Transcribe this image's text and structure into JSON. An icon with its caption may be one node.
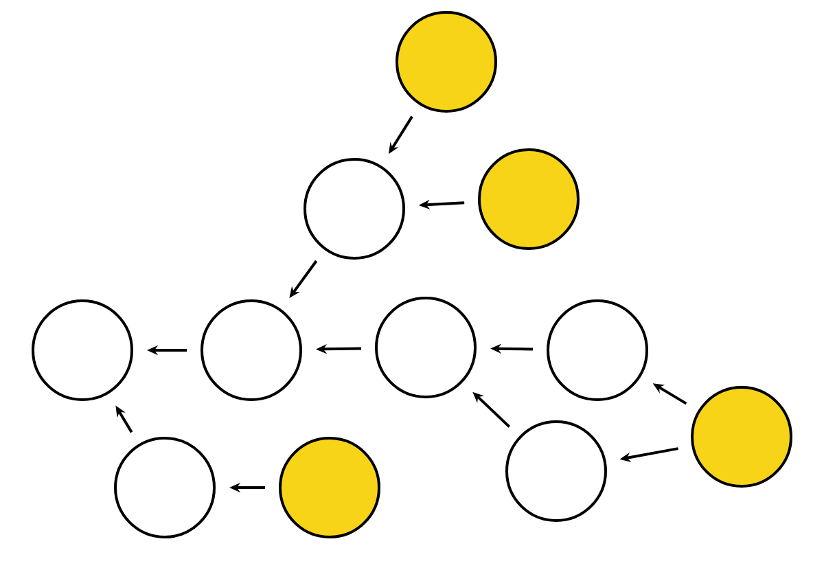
{
  "diagram": {
    "nodes": [
      {
        "text": [],
        "shape": "circle"
      },
      {
        "text": [],
        "shape": "circle"
      },
      {
        "text": [],
        "shape": "circle"
      },
      {
        "text": [],
        "shape": "circle"
      },
      {
        "text": [],
        "shape": "circle"
      },
      {
        "text": [],
        "shape": "circle"
      },
      {
        "text": [],
        "shape": "circle"
      },
      {
        "text": [],
        "shape": "circle"
      },
      {
        "text": [],
        "shape": "circle"
      },
      {
        "text": [],
        "shape": "circle"
      },
      {
        "text": [],
        "shape": "circle"
      }
    ],
    "edges": [
      {
        "from": 0,
        "to": 1,
        "arrow": "to"
      },
      {
        "from": 2,
        "to": 1,
        "arrow": "to"
      },
      {
        "from": 1,
        "to": 4,
        "arrow": "to"
      },
      {
        "from": 4,
        "to": 3,
        "arrow": "to"
      },
      {
        "from": 5,
        "to": 4,
        "arrow": "to"
      },
      {
        "from": 6,
        "to": 5,
        "arrow": "to"
      },
      {
        "from": 7,
        "to": 6,
        "arrow": "to"
      },
      {
        "from": 7,
        "to": 8,
        "arrow": "to"
      },
      {
        "from": 8,
        "to": 5,
        "arrow": "to"
      },
      {
        "from": 10,
        "to": 9,
        "arrow": "to"
      },
      {
        "from": 9,
        "to": 3,
        "arrow": "to"
      }
    ]
  }
}
